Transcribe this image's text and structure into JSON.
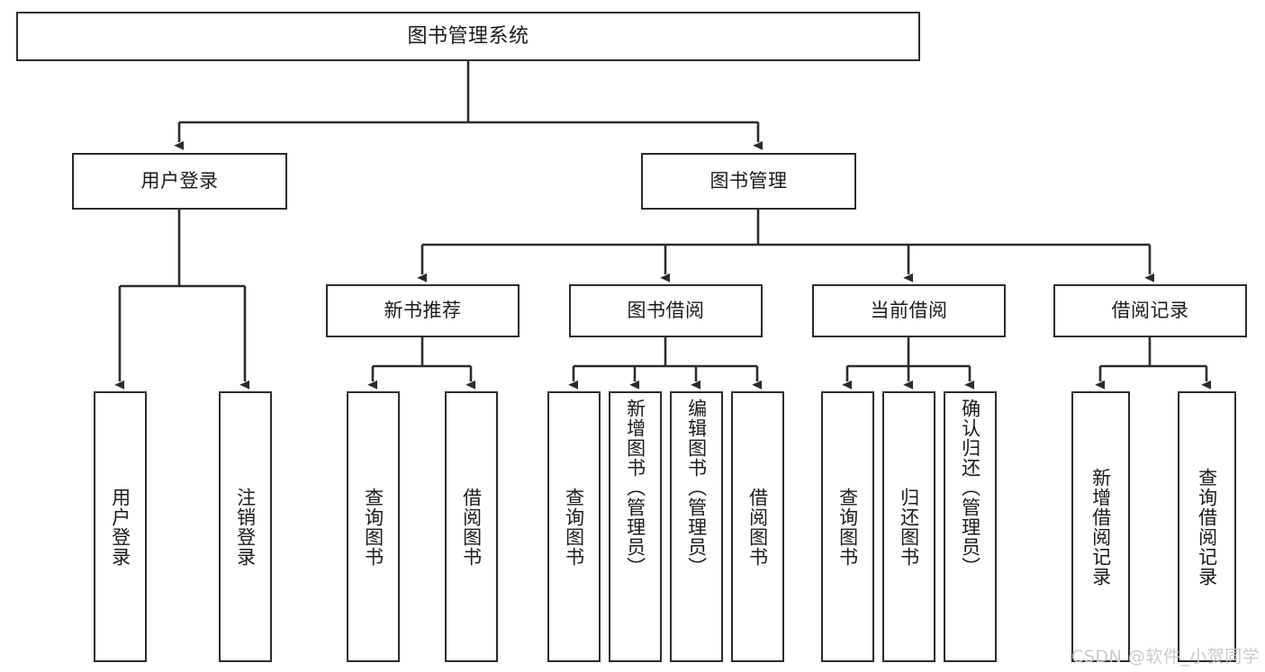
{
  "diagram": {
    "title": "图书管理系统",
    "type": "hierarchy-tree",
    "background_color": "#ffffff",
    "line_color": "#2b2b2b",
    "box_border_color": "#2b2b2b",
    "text_color": "#1a1a1a",
    "watermark": "CSDN @软件_小贺同学",
    "watermark_color": "#c9c9c9"
  },
  "nodes": {
    "root": {
      "label": "图书管理系统"
    },
    "tier2": [
      {
        "label": "用户登录"
      },
      {
        "label": "图书管理"
      }
    ],
    "tier3": [
      {
        "label": "新书推荐"
      },
      {
        "label": "图书借阅"
      },
      {
        "label": "当前借阅"
      },
      {
        "label": "借阅记录"
      }
    ],
    "leaves_user_login": [
      {
        "label": "用户登录"
      },
      {
        "label": "注销登录"
      }
    ],
    "leaves_new_book": [
      {
        "label": "查询图书"
      },
      {
        "label": "借阅图书"
      }
    ],
    "leaves_borrow": [
      {
        "label": "查询图书"
      },
      {
        "label": "新增图书（管理员）"
      },
      {
        "label": "编辑图书（管理员）"
      },
      {
        "label": "借阅图书"
      }
    ],
    "leaves_current": [
      {
        "label": "查询图书"
      },
      {
        "label": "归还图书"
      },
      {
        "label": "确认归还（管理员）"
      }
    ],
    "leaves_record": [
      {
        "label": "新增借阅记录"
      },
      {
        "label": "查询借阅记录"
      }
    ]
  }
}
